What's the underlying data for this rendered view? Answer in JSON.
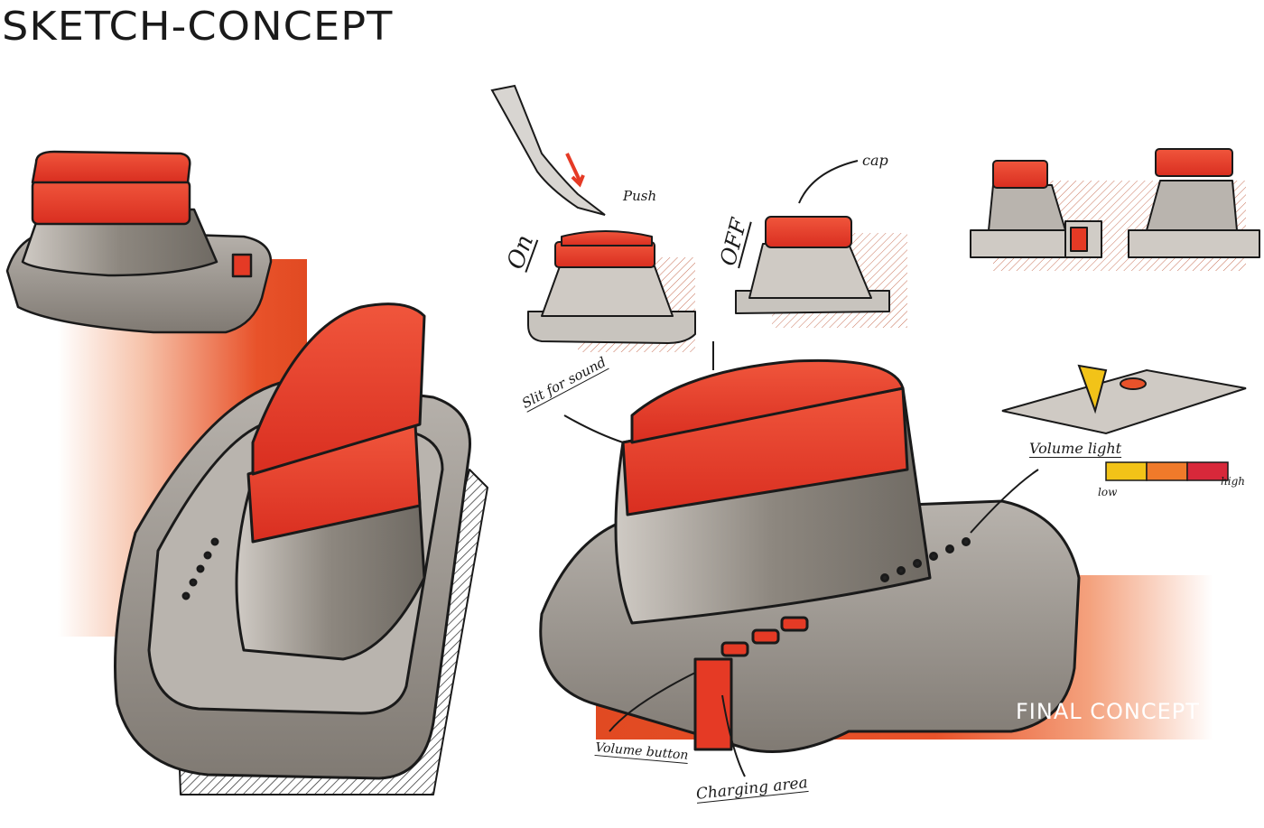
{
  "header": {
    "title": "sketch-concept"
  },
  "labels": {
    "on": "On",
    "off": "OFF",
    "push": "Push",
    "cap": "cap",
    "slit": "Slit for sound",
    "volume_light": "Volume light",
    "low": "low",
    "high": "high",
    "volume_button": "Volume button",
    "charging_area": "Charging area",
    "final_concept": "Final concept"
  },
  "colors": {
    "accent": "#e8522a",
    "cap_red": "#e53a25",
    "body_grey": "#9a948c",
    "volume_low": "#f2c318",
    "volume_mid": "#f07a2a",
    "volume_high": "#d8283a"
  }
}
